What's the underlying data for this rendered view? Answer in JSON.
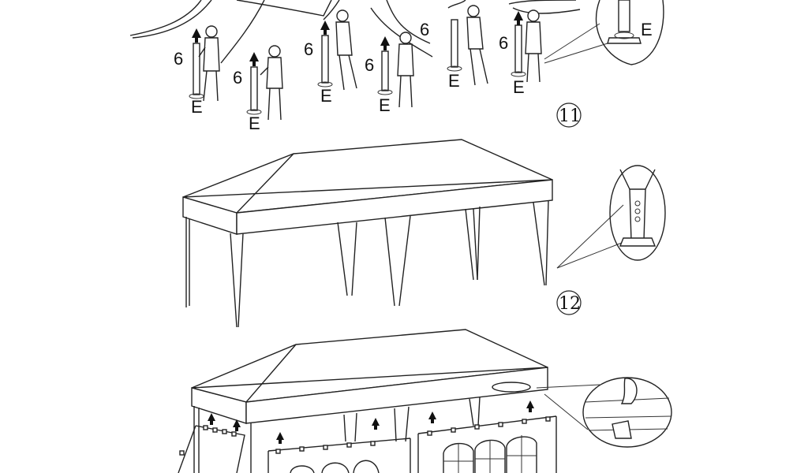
{
  "diagram": {
    "step11": {
      "number": "11",
      "height_labels": [
        "6",
        "6",
        "6",
        "6",
        "6",
        "6"
      ],
      "base_labels": [
        "E",
        "E",
        "E",
        "E",
        "E",
        "E"
      ],
      "detail_label": "E"
    },
    "step12": {
      "number": "12"
    }
  }
}
